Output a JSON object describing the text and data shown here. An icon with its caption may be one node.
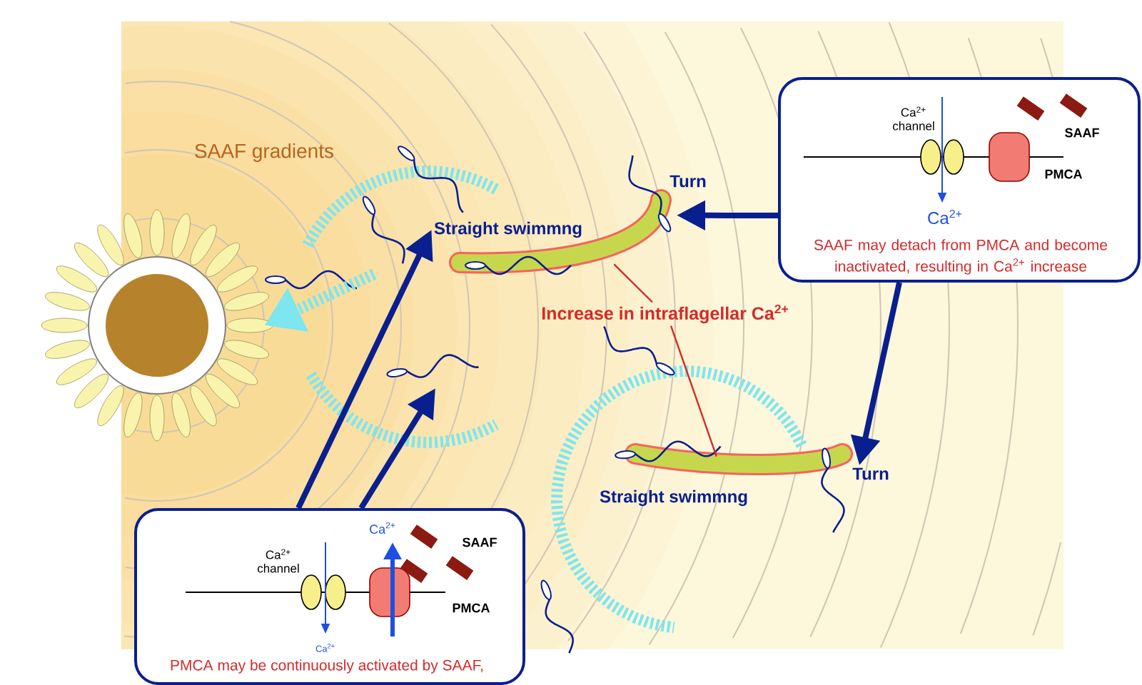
{
  "diagram": {
    "nodes": [
      {
        "text": [],
        "shape": "picture"
      },
      {
        "text": [
          "Ca$^{2+}$ channel",
          "SAAF",
          "PMCA",
          "Ca$^{2+}$",
          "SAAF may detach from PMCA and become inactivated, resulting in Ca$^{2+}$ increase"
        ]
      },
      {
        "text": [
          "Ca$^{2+}$ channel",
          "Ca$^{2+}$",
          "SAAF",
          "PMCA",
          "Ca$^{2+}$",
          "PMCA may be continuously activated by SAAF,"
        ]
      },
      {
        "text": [
          "Turn"
        ]
      },
      {
        "text": [
          "Straight swimmng"
        ]
      },
      {
        "text": [
          "Turn"
        ]
      },
      {
        "text": [
          "Straight swimmng"
        ]
      },
      {
        "text": [
          "Increase in intraflagellar Ca$^{2+}$"
        ]
      },
      {
        "text": [],
        "shape": "bar"
      },
      {
        "text": [],
        "shape": "bar"
      }
    ],
    "edges": [
      {
        "from": 2,
        "to": 4,
        "arrow": "to"
      },
      {
        "from": 2,
        "to": null,
        "arrow": "to"
      },
      {
        "from": 1,
        "to": 3,
        "arrow": "to"
      },
      {
        "from": 1,
        "to": 5,
        "arrow": "to"
      },
      {
        "from": null,
        "to": 0,
        "arrow": "to",
        "style": "dashed",
        "color": "#7de6ee"
      },
      {
        "from": 7,
        "to": 8,
        "arrow": "none",
        "color": "#d42a2a"
      },
      {
        "from": 7,
        "to": 9,
        "arrow": "none",
        "color": "#d42a2a"
      }
    ],
    "labels": [
      "SAAF gradients"
    ]
  }
}
